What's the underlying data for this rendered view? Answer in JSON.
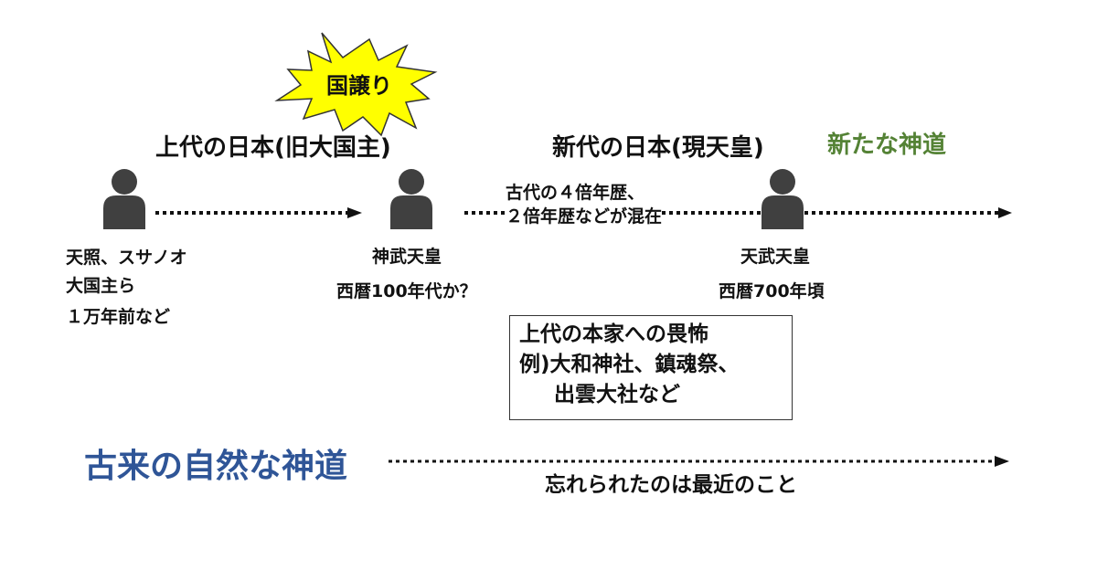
{
  "burst": {
    "label": "国譲り",
    "fill": "#ffff00"
  },
  "headers": {
    "ancient_japan": "上代の日本(旧大国主)",
    "new_japan": "新代の日本(現天皇)",
    "new_shinto": "新たな神道"
  },
  "figures": {
    "first": {
      "lines": [
        "天照、スサノオ",
        "大国主ら",
        "１万年前など"
      ]
    },
    "second": {
      "name": "神武天皇",
      "era": "西暦100年代か？"
    },
    "third": {
      "name": "天武天皇",
      "era": "西暦700年頃"
    }
  },
  "mid_note": {
    "lines": [
      "古代の４倍年歴、",
      "２倍年歴などが混在"
    ]
  },
  "box_note": {
    "lines": [
      "上代の本家への畏怖",
      "例)大和神社、鎮魂祭、",
      "出雲大社など"
    ]
  },
  "bottom": {
    "title": "古来の自然な神道",
    "caption": "忘れられたのは最近のこと"
  },
  "colors": {
    "title_blue": "#2f5597",
    "shinto_green": "#548235",
    "person_gray": "#404040",
    "arrow": "#111111"
  }
}
